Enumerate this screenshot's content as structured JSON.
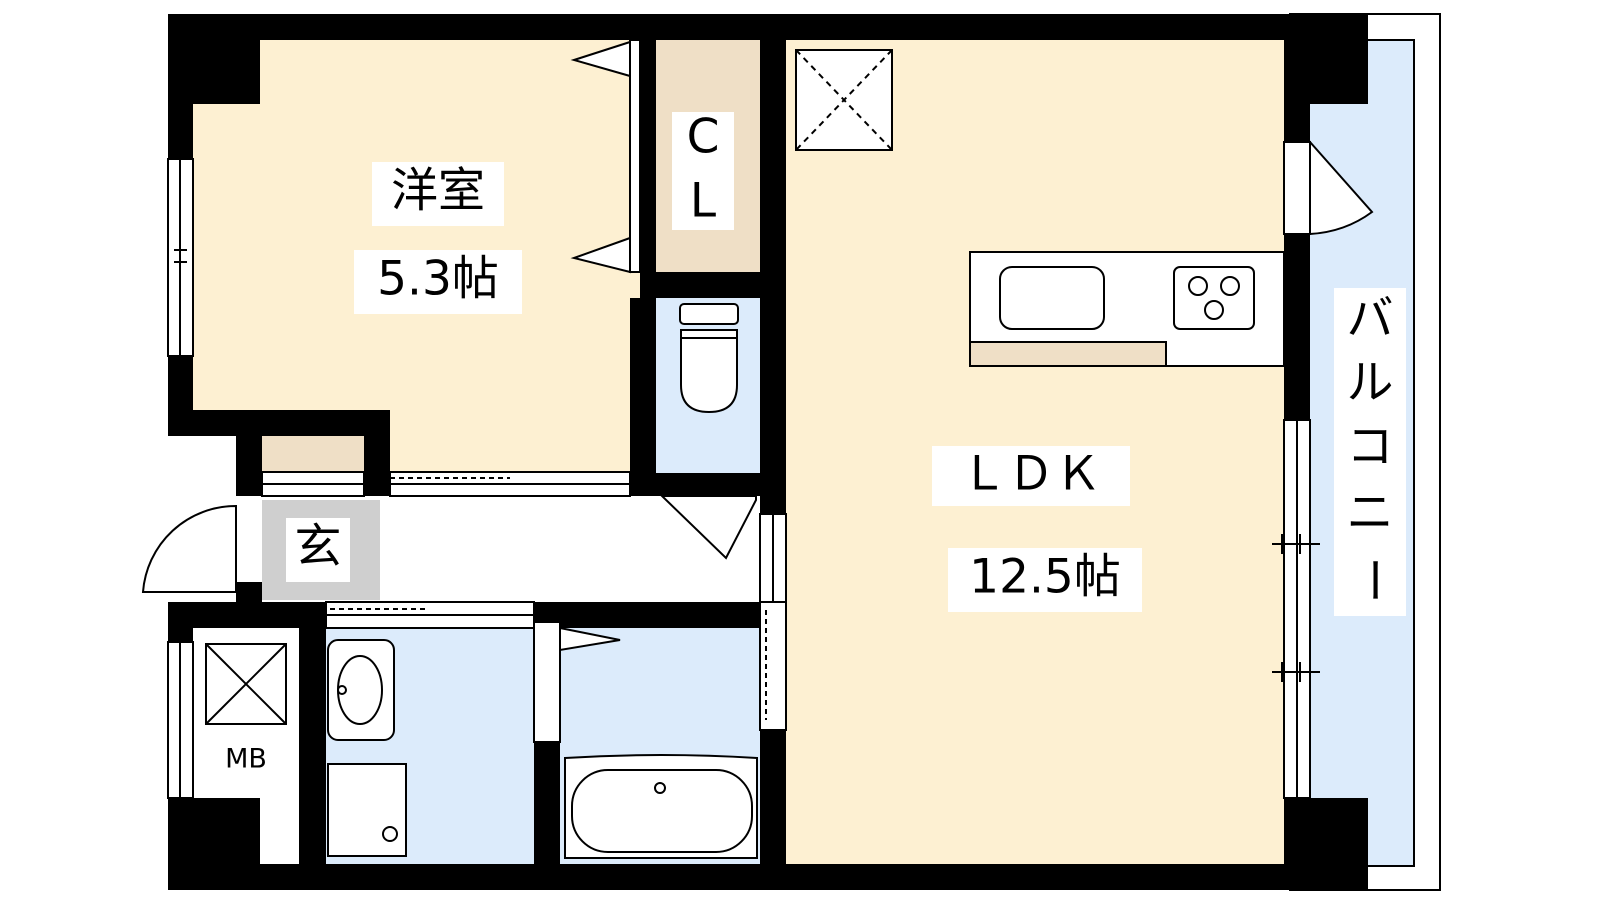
{
  "colors": {
    "wall": "#000000",
    "living_floor": "#fdf0d2",
    "wet_area": "#dcebfb",
    "balcony": "#dcebfb",
    "closet": "#efdfc6",
    "entrance": "#cfcfcf",
    "corridor": "#ffffff"
  },
  "rooms": {
    "western_room": {
      "name": "洋室",
      "size": "5.3帖"
    },
    "closet": {
      "line1": "C",
      "line2": "L"
    },
    "ldk": {
      "name": "ＬＤＫ",
      "size": "12.5帖"
    },
    "balcony": {
      "chars": [
        "バ",
        "ル",
        "コ",
        "ニ",
        "ー"
      ]
    },
    "entrance": {
      "name": "玄"
    },
    "meter_box": {
      "name": "MB"
    }
  },
  "fixtures": {
    "kitchen": [
      "sink-icon",
      "gas-stove-icon"
    ],
    "bathroom": [
      "bathtub-icon"
    ],
    "washroom": [
      "washbasin-icon",
      "washing-machine-icon"
    ],
    "toilet": [
      "toilet-icon"
    ]
  }
}
